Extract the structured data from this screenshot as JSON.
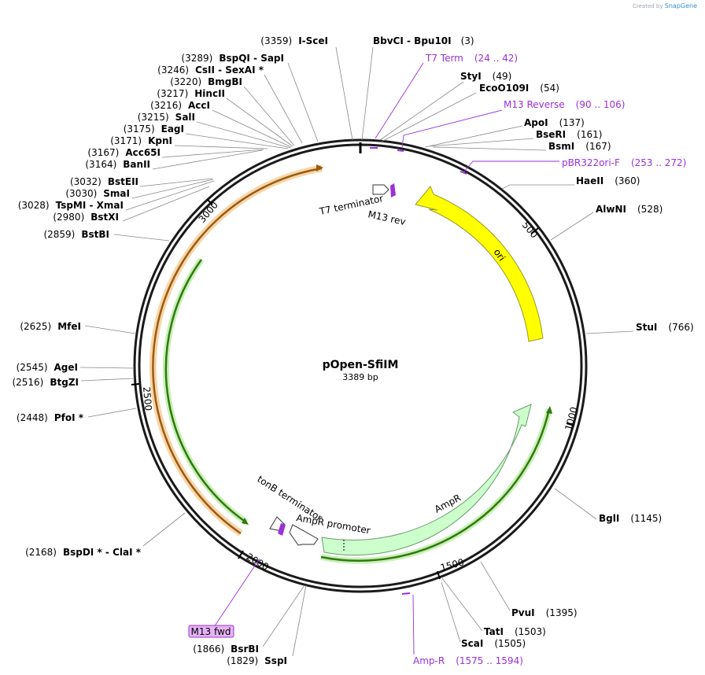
{
  "credit": {
    "prefix": "Created by",
    "brand": "SnapGene"
  },
  "plasmid": {
    "name": "pOpen-SfiIM",
    "length_label": "3389 bp"
  },
  "ticks": [
    "500",
    "1000",
    "1500",
    "2000",
    "2500",
    "3000"
  ],
  "features": {
    "ori": "ori",
    "ampr": "AmpR",
    "ampr_promoter": "AmpR promoter",
    "tonb": "tonB terminator",
    "t7term": "T7 terminator",
    "m13rev": "M13 rev"
  },
  "sites_right": [
    {
      "name": "BbvCI  - Bpu10I",
      "pos": "(3)"
    },
    {
      "name": "StyI",
      "pos": "(49)"
    },
    {
      "name": "EcoO109I",
      "pos": "(54)"
    },
    {
      "name": "ApoI",
      "pos": "(137)"
    },
    {
      "name": "BseRI",
      "pos": "(161)"
    },
    {
      "name": "BsmI",
      "pos": "(167)"
    },
    {
      "name": "HaeII",
      "pos": "(360)"
    },
    {
      "name": "AlwNI",
      "pos": "(528)"
    },
    {
      "name": "StuI",
      "pos": "(766)"
    },
    {
      "name": "BglI",
      "pos": "(1145)"
    },
    {
      "name": "PvuI",
      "pos": "(1395)"
    },
    {
      "name": "TatI",
      "pos": "(1503)"
    },
    {
      "name": "ScaI",
      "pos": "(1505)"
    }
  ],
  "sites_left": [
    {
      "name": "I-SceI",
      "pos": "(3359)"
    },
    {
      "name": "BspQI  - SapI",
      "pos": "(3289)"
    },
    {
      "name": "CsII  - SexAI *",
      "pos": "(3246)"
    },
    {
      "name": "BmgBI",
      "pos": "(3220)"
    },
    {
      "name": "HincII",
      "pos": "(3217)"
    },
    {
      "name": "AccI",
      "pos": "(3216)"
    },
    {
      "name": "SalI",
      "pos": "(3215)"
    },
    {
      "name": "EagI",
      "pos": "(3175)"
    },
    {
      "name": "KpnI",
      "pos": "(3171)"
    },
    {
      "name": "Acc65I",
      "pos": "(3167)"
    },
    {
      "name": "BanII",
      "pos": "(3164)"
    },
    {
      "name": "BstEII",
      "pos": "(3032)"
    },
    {
      "name": "SmaI",
      "pos": "(3030)"
    },
    {
      "name": "TspMI  - XmaI",
      "pos": "(3028)"
    },
    {
      "name": "BstXI",
      "pos": "(2980)"
    },
    {
      "name": "BstBI",
      "pos": "(2859)"
    },
    {
      "name": "MfeI",
      "pos": "(2625)"
    },
    {
      "name": "AgeI",
      "pos": "(2545)"
    },
    {
      "name": "BtgZI",
      "pos": "(2516)"
    },
    {
      "name": "PfoI *",
      "pos": "(2448)"
    },
    {
      "name": "BspDI *  - ClaI *",
      "pos": "(2168)"
    },
    {
      "name": "BsrBI",
      "pos": "(1866)"
    },
    {
      "name": "SspI",
      "pos": "(1829)"
    }
  ],
  "primers": [
    {
      "name": "T7 Term",
      "range": "(24 .. 42)"
    },
    {
      "name": "M13 Reverse",
      "range": "(90 .. 106)"
    },
    {
      "name": "pBR322ori-F",
      "range": "(253 .. 272)"
    },
    {
      "name": "Amp-R",
      "range": "(1575 .. 1594)"
    },
    {
      "name": "M13 fwd"
    }
  ],
  "colors": {
    "backbone": "#1a1a1a",
    "ori": "#ffff00",
    "ampr": "#ccffcc",
    "orange": "#e8a13a",
    "green": "#3d9b18",
    "primer": "#9b30d9",
    "primer_badge": "#e6b4f5"
  }
}
